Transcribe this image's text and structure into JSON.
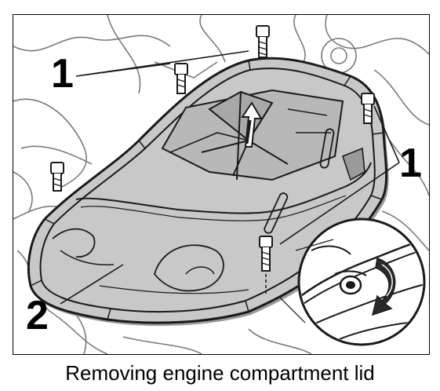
{
  "figure": {
    "caption": "Removing engine compartment lid",
    "callouts": [
      {
        "label": "1",
        "part": "bolt"
      },
      {
        "label": "1",
        "part": "bolt"
      },
      {
        "label": "2",
        "part": "engine compartment lid"
      }
    ]
  },
  "colors": {
    "lid_fill": "#c8c8c8",
    "line": "#1a1a1a",
    "background_sketch": "#7a7a7a"
  },
  "icons": [
    "bolt-icon",
    "rotate-arrow-icon",
    "lift-arrow-icon"
  ]
}
